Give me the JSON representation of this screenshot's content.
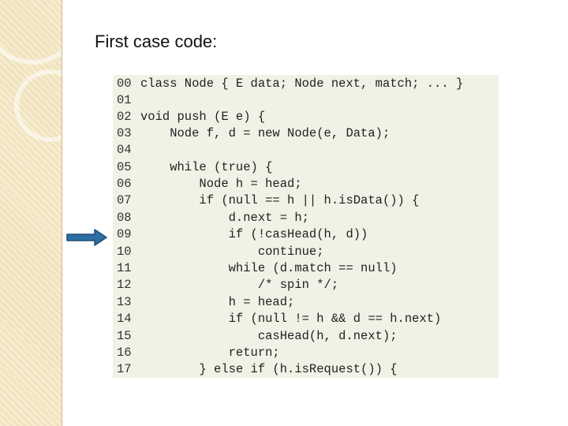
{
  "slide": {
    "title": "First case code:"
  },
  "code": {
    "lines": [
      {
        "num": "00",
        "text": "class Node { E data; Node next, match; ... }"
      },
      {
        "num": "01",
        "text": ""
      },
      {
        "num": "02",
        "text": "void push (E e) {"
      },
      {
        "num": "03",
        "text": "    Node f, d = new Node(e, Data);"
      },
      {
        "num": "04",
        "text": ""
      },
      {
        "num": "05",
        "text": "    while (true) {"
      },
      {
        "num": "06",
        "text": "        Node h = head;"
      },
      {
        "num": "07",
        "text": "        if (null == h || h.isData()) {"
      },
      {
        "num": "08",
        "text": "            d.next = h;"
      },
      {
        "num": "09",
        "text": "            if (!casHead(h, d))"
      },
      {
        "num": "10",
        "text": "                continue;"
      },
      {
        "num": "11",
        "text": "            while (d.match == null)"
      },
      {
        "num": "12",
        "text": "                /* spin */;"
      },
      {
        "num": "13",
        "text": "            h = head;"
      },
      {
        "num": "14",
        "text": "            if (null != h && d == h.next)"
      },
      {
        "num": "15",
        "text": "                casHead(h, d.next);"
      },
      {
        "num": "16",
        "text": "            return;"
      },
      {
        "num": "17",
        "text": "        } else if (h.isRequest()) {"
      }
    ]
  },
  "colors": {
    "arrow_fill": "#2e6fa3",
    "arrow_stroke": "#1f4f78",
    "code_background": "#f1f1e6",
    "side_panel": "#f6ecd0"
  },
  "icons": {
    "pointer": "right-arrow-icon"
  }
}
